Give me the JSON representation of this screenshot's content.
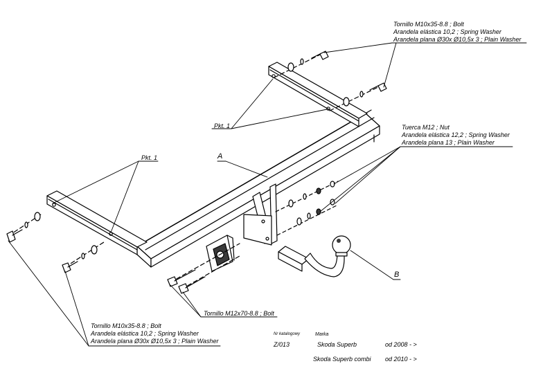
{
  "callouts": {
    "top_right": {
      "line1": "Tornillo M10x35-8.8 ;  Bolt",
      "line2": "Arandela elástica 10,2 ; Spring Washer",
      "line3": "Arandela plana  Ø30x Ø10,5x 3 ; Plain Washer"
    },
    "mid_right": {
      "line1": "Tuerca  M12 ; Nut",
      "line2": "Arandela elástica 12,2 ; Spring Washer",
      "line3": "Arandela plana 13 ; Plain Washer"
    },
    "bottom_left": {
      "line1": "Tornillo M10x35-8.8 ;  Bolt",
      "line2": "Arandela elástica 10,2 ; Spring Washer",
      "line3": "Arandela plana  Ø30x Ø10,5x 3 ; Plain Washer"
    },
    "bottom_bolt": "Tornillo M12x70-8.8 ;  Bolt",
    "pkt1_top": "Pkt. 1",
    "pkt1_left": "Pkt. 1",
    "part_a": "A",
    "part_b": "B"
  },
  "catalog": {
    "header_number": "Nr katalogowy",
    "header_brand": "Marka",
    "number": "Z/013",
    "rows": [
      {
        "model": "Skoda Superb",
        "years": "od  2008 - >"
      },
      {
        "model": "Skoda Superb combi",
        "years": "od  2010 - >"
      }
    ]
  },
  "colors": {
    "line": "#000000",
    "background": "#ffffff",
    "shade": "#3a3a3a"
  }
}
